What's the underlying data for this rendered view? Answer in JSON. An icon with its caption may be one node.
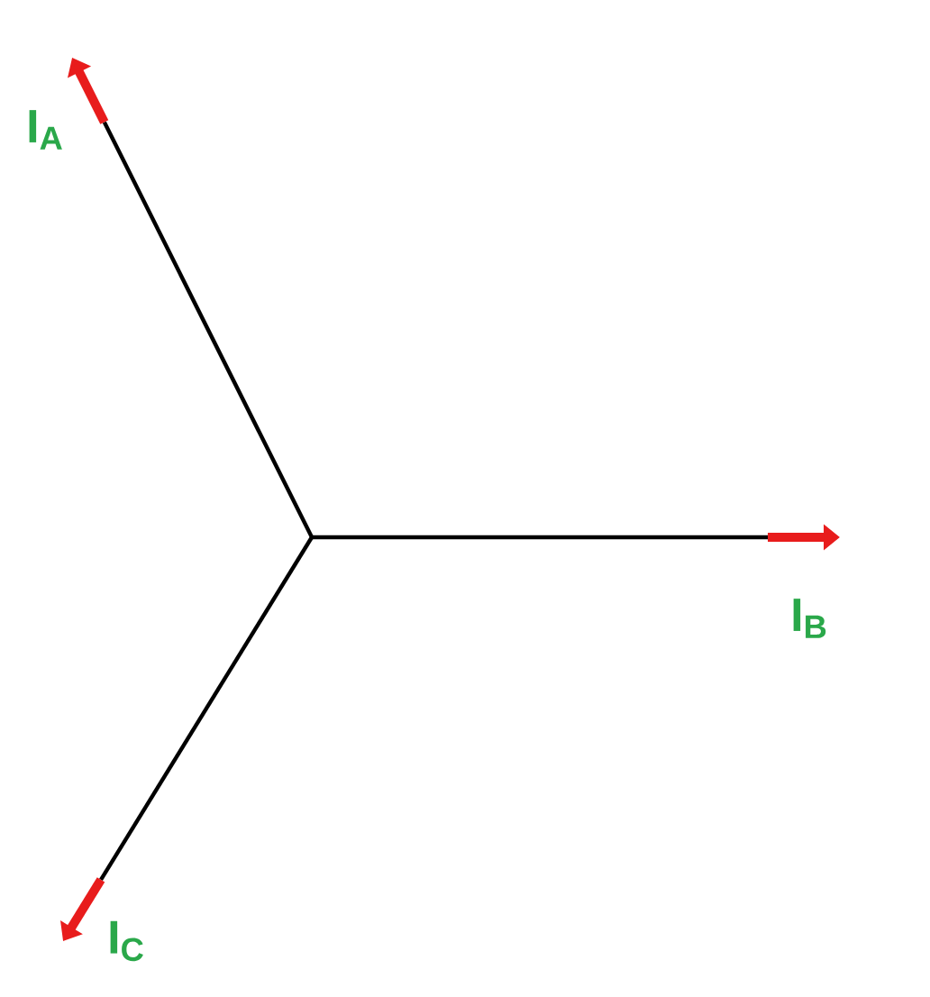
{
  "diagram": {
    "labels": [
      "I$_{A}$",
      "I$_{B}$",
      "I$_{C}$"
    ]
  }
}
